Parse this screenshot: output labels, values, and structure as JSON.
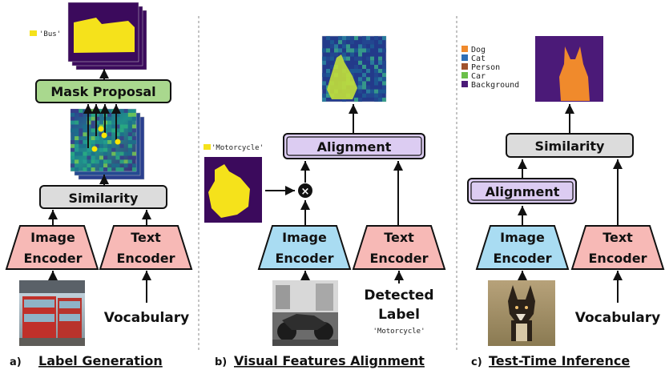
{
  "panel_a": {
    "caption_prefix": "a)",
    "caption_title": "Label Generation",
    "class_tag": "'Bus'",
    "mask_proposal": "Mask Proposal",
    "similarity": "Similarity",
    "image_encoder_l1": "Image",
    "image_encoder_l2": "Encoder",
    "text_encoder_l1": "Text",
    "text_encoder_l2": "Encoder",
    "vocabulary": "Vocabulary"
  },
  "panel_b": {
    "caption_prefix": "b)",
    "caption_title": "Visual Features Alignment",
    "class_tag": "'Motorcycle'",
    "alignment": "Alignment",
    "image_encoder_l1": "Image",
    "image_encoder_l2": "Encoder",
    "text_encoder_l1": "Text",
    "text_encoder_l2": "Encoder",
    "detected_l1": "Detected",
    "detected_l2": "Label",
    "detected_value": "'Motorcycle'",
    "multiply_symbol": "×"
  },
  "panel_c": {
    "caption_prefix": "c)",
    "caption_title": "Test-Time Inference",
    "legend": [
      {
        "label": "Dog",
        "color": "#f08a2c"
      },
      {
        "label": "Cat",
        "color": "#2f6fb5"
      },
      {
        "label": "Person",
        "color": "#a0522d"
      },
      {
        "label": "Car",
        "color": "#6cc04a"
      },
      {
        "label": "Background",
        "color": "#4b1a78"
      }
    ],
    "similarity": "Similarity",
    "alignment": "Alignment",
    "image_encoder_l1": "Image",
    "image_encoder_l2": "Encoder",
    "text_encoder_l1": "Text",
    "text_encoder_l2": "Encoder",
    "vocabulary": "Vocabulary"
  },
  "colors": {
    "image_encoder": "#a9dcf2",
    "text_encoder": "#f7b9b6",
    "mask_proposal": "#a9d88e",
    "similarity": "#dcdcdc",
    "alignment": "#dcccf2",
    "mask_purple": "#3b0a5c",
    "mask_yellow": "#f5e21b",
    "mask_orange": "#f08a2c",
    "point_yellow": "#ffe600"
  }
}
